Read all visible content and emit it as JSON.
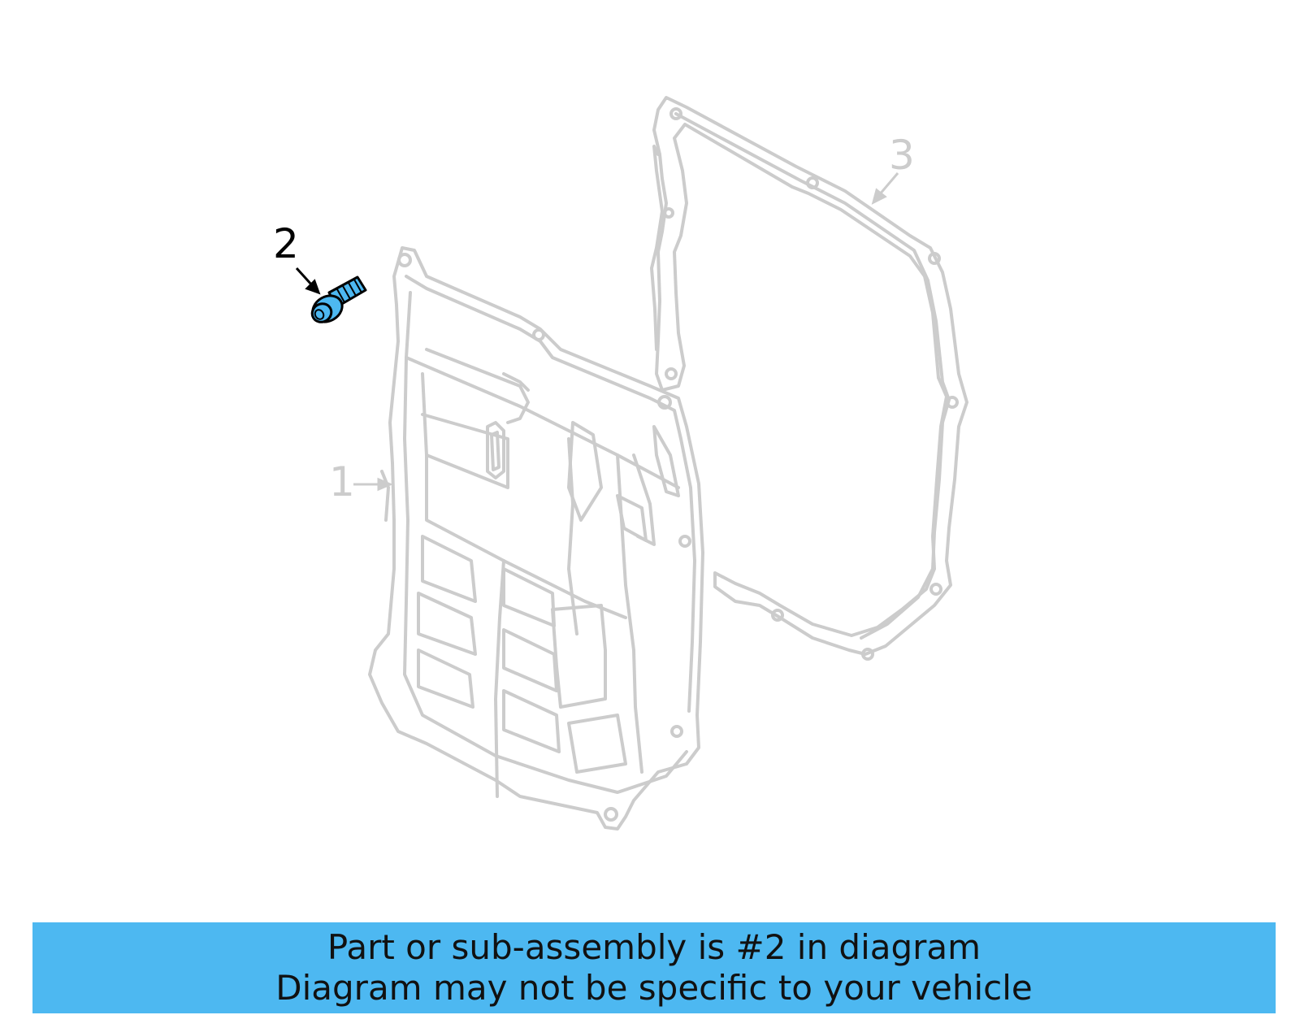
{
  "diagram": {
    "callouts": [
      {
        "label": "1",
        "part": "oil-pan",
        "highlighted": false
      },
      {
        "label": "2",
        "part": "oil-pan-bolt",
        "highlighted": true
      },
      {
        "label": "3",
        "part": "oil-pan-gasket",
        "highlighted": false
      }
    ]
  },
  "banner": {
    "line1": "Part or sub-assembly is #2 in diagram",
    "line2": "Diagram may not be specific to your vehicle"
  },
  "colors": {
    "highlight": "#4db8f1",
    "outline_faded": "#cccccc",
    "outline_active": "#000000",
    "banner_background": "#4db8f1",
    "banner_text": "#111111"
  }
}
